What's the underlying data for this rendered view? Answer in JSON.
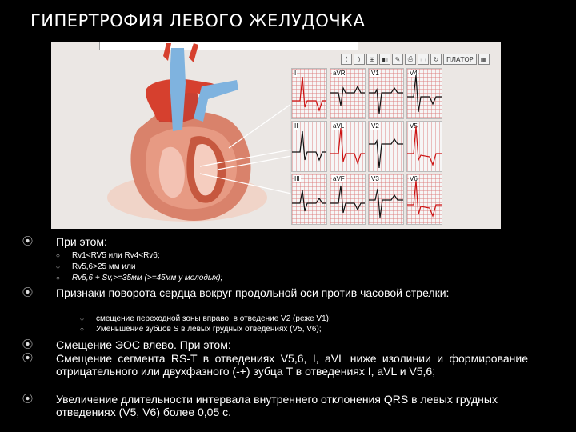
{
  "title": "ГИПЕРТРОФИЯ ЛЕВОГО ЖЕЛУДОЧКА",
  "figure": {
    "toolbar": [
      "⟨",
      "⟩",
      "⊞",
      "◧",
      "✎",
      "⎙",
      "⬚",
      "↻",
      "▦"
    ],
    "toolbar_label": "ПЛАТОР",
    "ecg_leads": [
      "I",
      "aVR",
      "V1",
      "V4",
      "II",
      "aVL",
      "V2",
      "V5",
      "III",
      "aVF",
      "V3",
      "V6"
    ]
  },
  "content": {
    "p1": "При этом:",
    "p1_subs": [
      "Rv1<RV5 или Rv4<Rv6;",
      "Rv5,6>25 мм или",
      "Rv5,6 + Sv,>=35мм (>=45мм у молодых);"
    ],
    "p2": "Признаки поворота сердца вокруг продольной оси против часовой стрелки:",
    "p2_subs": [
      "смещение переходной зоны вправо, в отведение V2 (реже V1);",
      "Уменьшение зубцов S в левых грудных отведениях (V5, V6);"
    ],
    "p3": "Смещение ЭОС влево. При этом:",
    "p4": "Смещение сегмента RS-T в отведениях V5,6, I, aVL ниже изолинии и формирование отрицательного или двухфазного (-+) зубца T в отведениях I, aVL и V5,6;",
    "p5": "Увеличение длительности интервала внутреннего отклонения QRS в левых грудных отведениях (V5, V6) более 0,05 с."
  },
  "colors": {
    "background": "#000000",
    "text": "#ffffff",
    "ecg_trace": "#111111",
    "ecg_st": "#cc1111",
    "grid": "#dc7878"
  }
}
